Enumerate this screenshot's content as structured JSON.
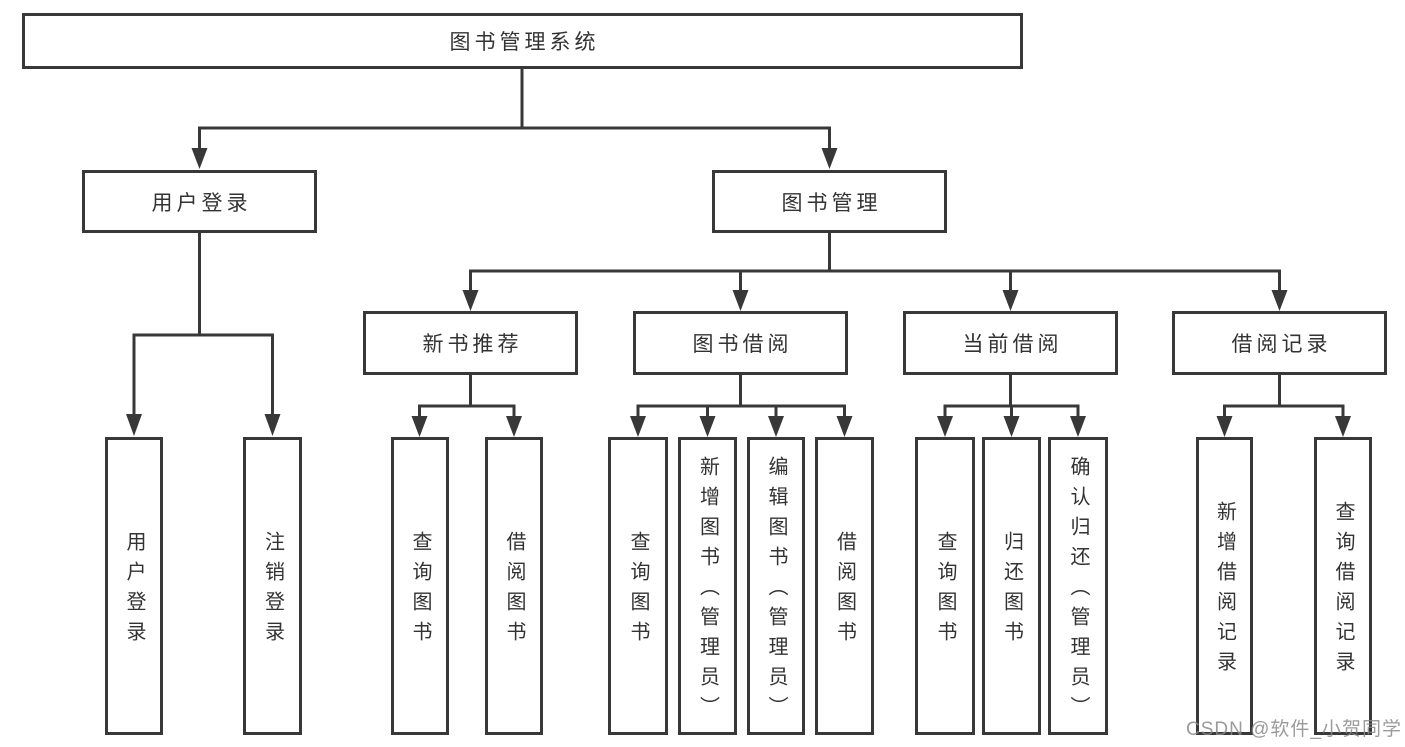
{
  "diagram": {
    "root": {
      "label": "图书管理系统"
    },
    "level1": [
      {
        "label": "用户登录",
        "children": [
          {
            "label": "用户登录"
          },
          {
            "label": "注销登录"
          }
        ]
      },
      {
        "label": "图书管理",
        "children": [
          {
            "label": "新书推荐",
            "children": [
              {
                "label": "查询图书"
              },
              {
                "label": "借阅图书"
              }
            ]
          },
          {
            "label": "图书借阅",
            "children": [
              {
                "label": "查询图书"
              },
              {
                "label": "新增图书（管理员）"
              },
              {
                "label": "编辑图书（管理员）"
              },
              {
                "label": "借阅图书"
              }
            ]
          },
          {
            "label": "当前借阅",
            "children": [
              {
                "label": "查询图书"
              },
              {
                "label": "归还图书"
              },
              {
                "label": "确认归还（管理员）"
              }
            ]
          },
          {
            "label": "借阅记录",
            "children": [
              {
                "label": "新增借阅记录"
              },
              {
                "label": "查询借阅记录"
              }
            ]
          }
        ]
      }
    ]
  },
  "watermark": {
    "text": "CSDN @软件_小贺同学"
  },
  "colors": {
    "line": "#383838",
    "text": "#333333",
    "watermark": "#8a8a8a"
  }
}
